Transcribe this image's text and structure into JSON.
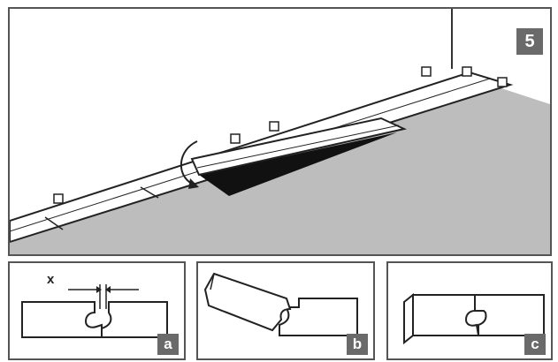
{
  "step": {
    "number": "5"
  },
  "details": [
    {
      "id": "a",
      "label": "a",
      "dimension_label": "x"
    },
    {
      "id": "b",
      "label": "b"
    },
    {
      "id": "c",
      "label": "c"
    }
  ],
  "colors": {
    "floor": "#bdbdbd",
    "outline": "#222222",
    "badge": "#6a6a6a",
    "gap_shadow": "#111111"
  }
}
